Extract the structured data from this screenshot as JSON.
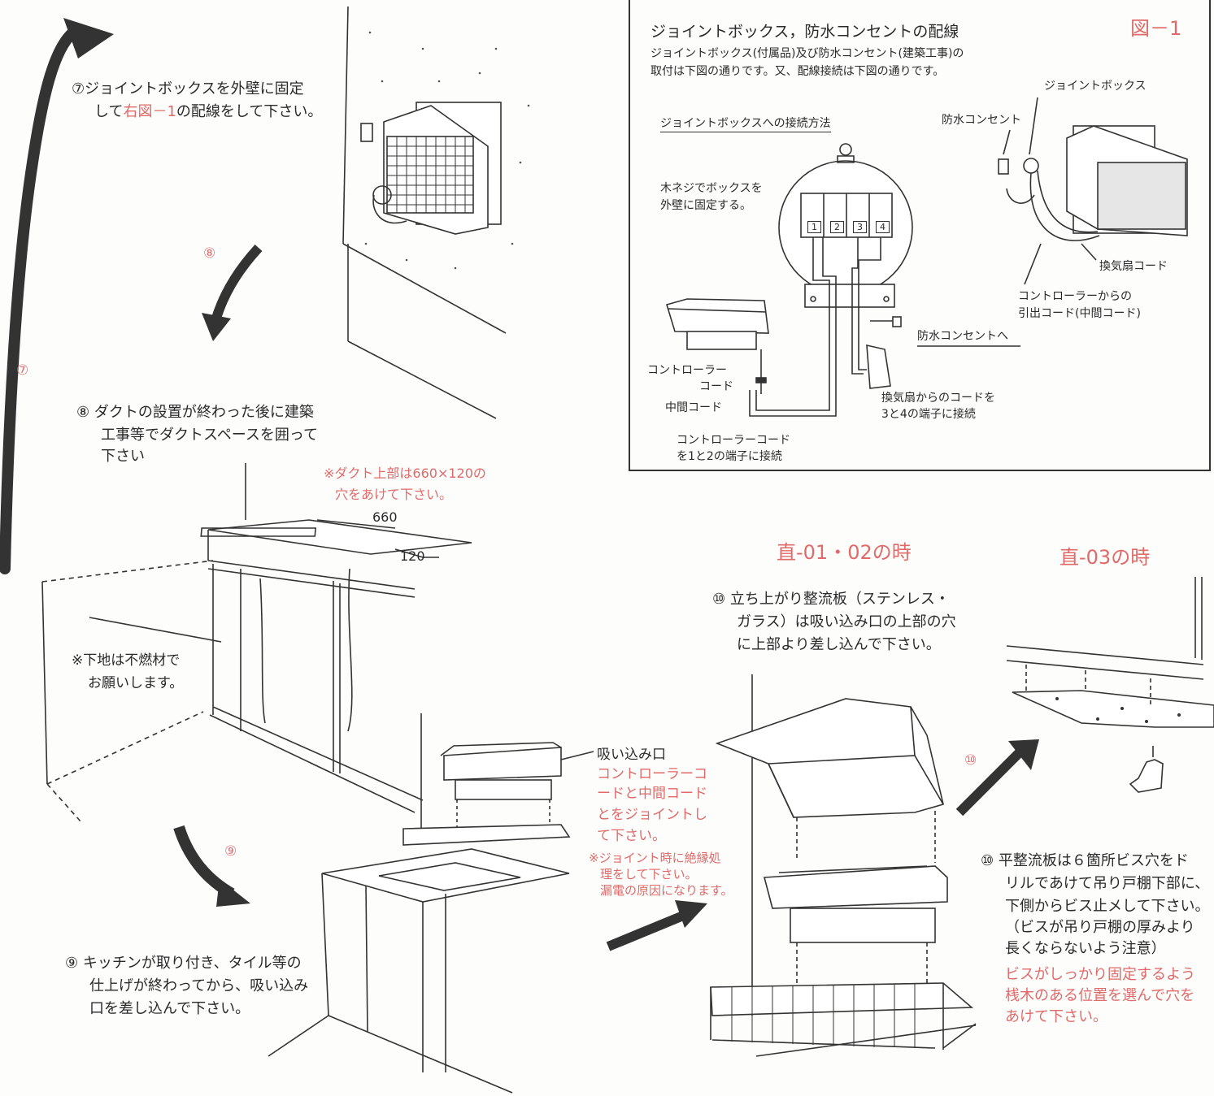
{
  "panel": {
    "title": "ジョイントボックス，防水コンセントの配線",
    "figure_label": "図－1",
    "intro_line1": "ジョイントボックス(付属品)及び防水コンセント(建築工事)の",
    "intro_line2": "取付は下図の通りです。又、配線接続は下図の通りです。",
    "connection_heading": "ジョイントボックスへの接続方法",
    "screw_note_line1": "木ネジでボックスを",
    "screw_note_line2": "外壁に固定する。",
    "terminals": [
      "1",
      "2",
      "3",
      "4"
    ],
    "label_controller_cord_1": "コントローラー",
    "label_controller_cord_2": "コード",
    "label_middle_cord": "中間コード",
    "label_controller_cord_terminals_1": "コントローラーコード",
    "label_controller_cord_terminals_2": "を1と2の端子に接続",
    "label_fan_cord_terminals_1": "換気扇からのコードを",
    "label_fan_cord_terminals_2": "3と4の端子に接続",
    "label_to_outlet": "防水コンセントへ",
    "label_junction_box": "ジョイントボックス",
    "label_waterproof_outlet": "防水コンセント",
    "label_fan_cord": "換気扇コード",
    "label_lead_cord_1": "コントローラーからの",
    "label_lead_cord_2": "引出コード(中間コード)"
  },
  "step7": {
    "line1_a": "⑦ジョイントボックスを外壁に固定",
    "line2_a": "して",
    "line2_red": "右図－1",
    "line2_b": "の配線をして下さい。",
    "arrow_label": "⑦"
  },
  "step8": {
    "arrow_label": "⑧",
    "line1": "⑧ ダクトの設置が終わった後に建築",
    "line2": "工事等でダクトスペースを囲って",
    "line3": "下さい",
    "red_note_1": "※ダクト上部は660×120の",
    "red_note_2": "穴をあけて下さい。",
    "dim_660": "660",
    "dim_120": "120",
    "base_note_1": "※下地は不燃材で",
    "base_note_2": "お願いします。"
  },
  "step9": {
    "arrow_label": "⑨",
    "line1": "⑨ キッチンが取り付き、タイル等の",
    "line2": "仕上げが終わってから、吸い込み",
    "line3": "口を差し込んで下さい。",
    "intake_label": "吸い込み口",
    "red_1": "コントローラーコ",
    "red_2": "ードと中間コード",
    "red_3": "とをジョイントし",
    "red_4": "て下さい。",
    "red_5": "※ジョイント時に絶縁処",
    "red_6": "理をして下さい。",
    "red_7": "漏電の原因になります。"
  },
  "step10": {
    "heading_a": "直-01・02の時",
    "heading_b": "直-03の時",
    "arrow_label": "⑩",
    "a_line1": "⑩ 立ち上がり整流板（ステンレス・",
    "a_line2": "ガラス）は吸い込み口の上部の穴",
    "a_line3": "に上部より差し込んで下さい。",
    "b_line1": "⑩ 平整流板は６箇所ビス穴をド",
    "b_line2": "リルであけて吊り戸棚下部に、",
    "b_line3": "下側からビス止メして下さい。",
    "b_line4": "（ビスが吊り戸棚の厚みより",
    "b_line5": "長くならないよう注意）",
    "b_red1": "ビスがしっかり固定するよう",
    "b_red2": "桟木のある位置を選んで穴を",
    "b_red3": "あけて下さい。"
  }
}
